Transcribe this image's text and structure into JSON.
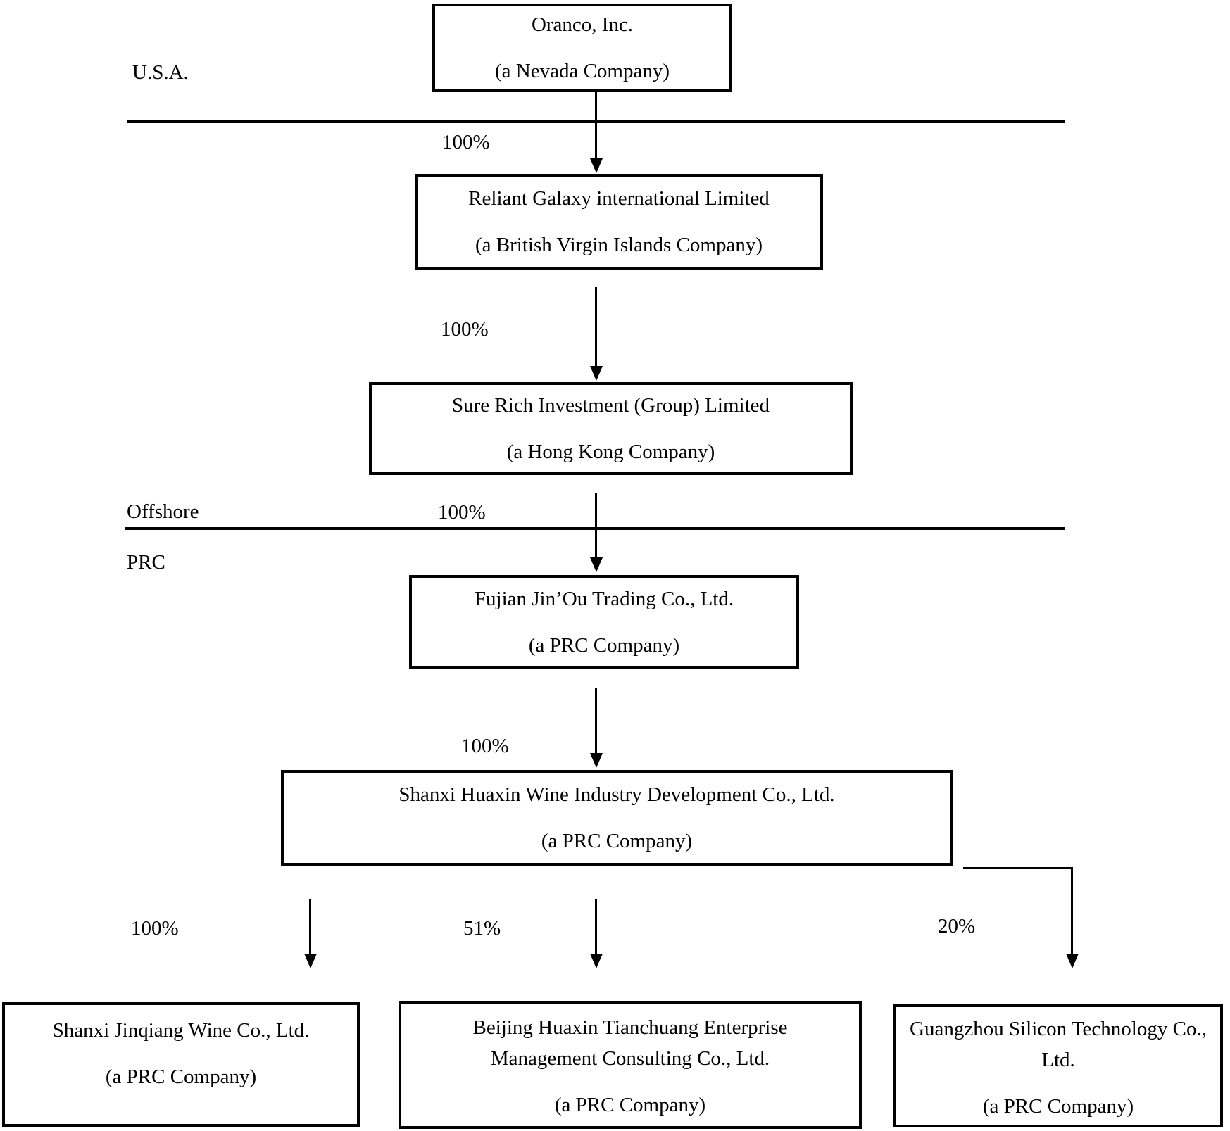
{
  "diagram": {
    "regions": {
      "usa": "U.S.A.",
      "offshore": "Offshore",
      "prc": "PRC"
    },
    "nodes": [
      {
        "name": "Oranco, Inc.",
        "jurisdiction": "(a Nevada Company)"
      },
      {
        "name": "Reliant Galaxy international Limited",
        "jurisdiction": "(a British Virgin Islands Company)"
      },
      {
        "name": "Sure Rich Investment (Group) Limited",
        "jurisdiction": "(a Hong Kong Company)"
      },
      {
        "name": "Fujian Jin’Ou Trading Co., Ltd.",
        "jurisdiction": "(a PRC Company)"
      },
      {
        "name": "Shanxi Huaxin Wine Industry Development Co., Ltd.",
        "jurisdiction": "(a PRC Company)"
      },
      {
        "name": "Shanxi Jinqiang Wine Co., Ltd.",
        "jurisdiction": "(a PRC Company)"
      },
      {
        "name": "Beijing Huaxin Tianchuang Enterprise Management Consulting Co., Ltd.",
        "jurisdiction": "(a PRC Company)"
      },
      {
        "name": "Guangzhou Silicon Technology Co., Ltd.",
        "jurisdiction": "(a PRC Company)"
      }
    ],
    "ownership": {
      "oranco_to_reliant": "100%",
      "reliant_to_surerich": "100%",
      "surerich_to_fujian": "100%",
      "fujian_to_shanxihuaxin": "100%",
      "shanxihuaxin_to_jinqiang": "100%",
      "shanxihuaxin_to_beijing": "51%",
      "shanxihuaxin_to_guangzhou": "20%"
    },
    "colors": {
      "ink": "#000000",
      "background": "#ffffff"
    }
  }
}
